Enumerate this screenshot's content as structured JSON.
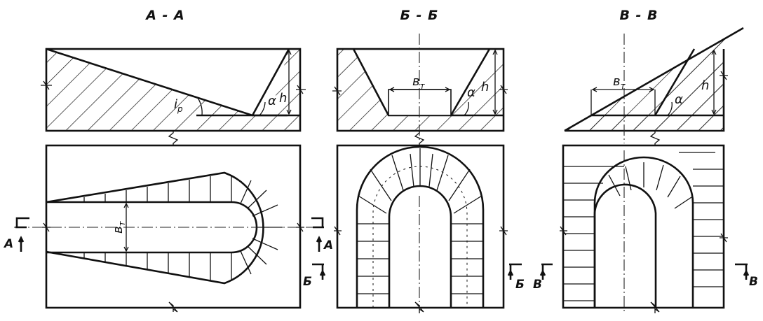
{
  "sections": [
    {
      "id": "a",
      "title": "А - А",
      "width_label": "в",
      "width_sub": "т",
      "slope_label": "i",
      "slope_sub": "р",
      "angle_label": "α",
      "height_label": "h",
      "cut_label": "А"
    },
    {
      "id": "b",
      "title": "Б - Б",
      "width_label": "в",
      "width_sub": "т",
      "angle_label": "α",
      "height_label": "h",
      "cut_label": "Б"
    },
    {
      "id": "v",
      "title": "В - В",
      "width_label": "в",
      "width_sub": "т",
      "angle_label": "α",
      "height_label": "h",
      "cut_label": "В"
    }
  ],
  "colors": {
    "line": "#111111",
    "background": "#ffffff"
  }
}
